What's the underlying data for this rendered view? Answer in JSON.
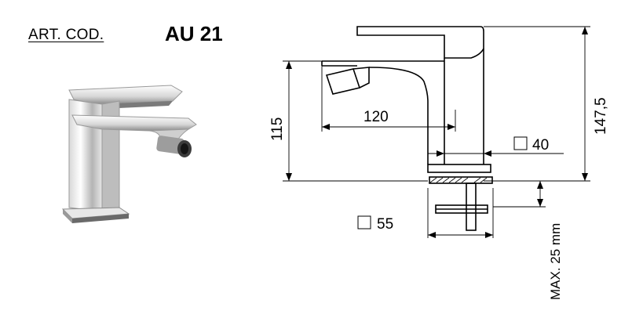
{
  "header": {
    "art_label": "ART. COD.",
    "code": "AU 21"
  },
  "dimensions": {
    "spout_reach": "120",
    "spout_height": "115",
    "total_height": "147,5",
    "body_square": "40",
    "base_square": "55",
    "max_thickness": "MAX. 25 mm"
  },
  "colors": {
    "line": "#000000",
    "chrome_light": "#f2f2f2",
    "chrome_mid": "#c8c8c8",
    "chrome_dark": "#6e6e6e"
  }
}
